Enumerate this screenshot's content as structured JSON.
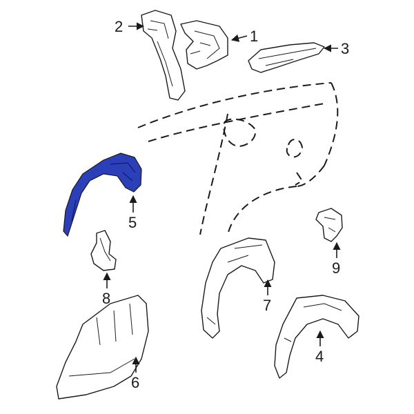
{
  "diagram": {
    "highlight_color": "#2a3fb8",
    "line_color": "#1a1a1a",
    "callouts": [
      {
        "id": "1",
        "label": "1"
      },
      {
        "id": "2",
        "label": "2"
      },
      {
        "id": "3",
        "label": "3"
      },
      {
        "id": "4",
        "label": "4"
      },
      {
        "id": "5",
        "label": "5"
      },
      {
        "id": "6",
        "label": "6"
      },
      {
        "id": "7",
        "label": "7"
      },
      {
        "id": "8",
        "label": "8"
      },
      {
        "id": "9",
        "label": "9"
      }
    ],
    "highlighted_part": "5"
  }
}
